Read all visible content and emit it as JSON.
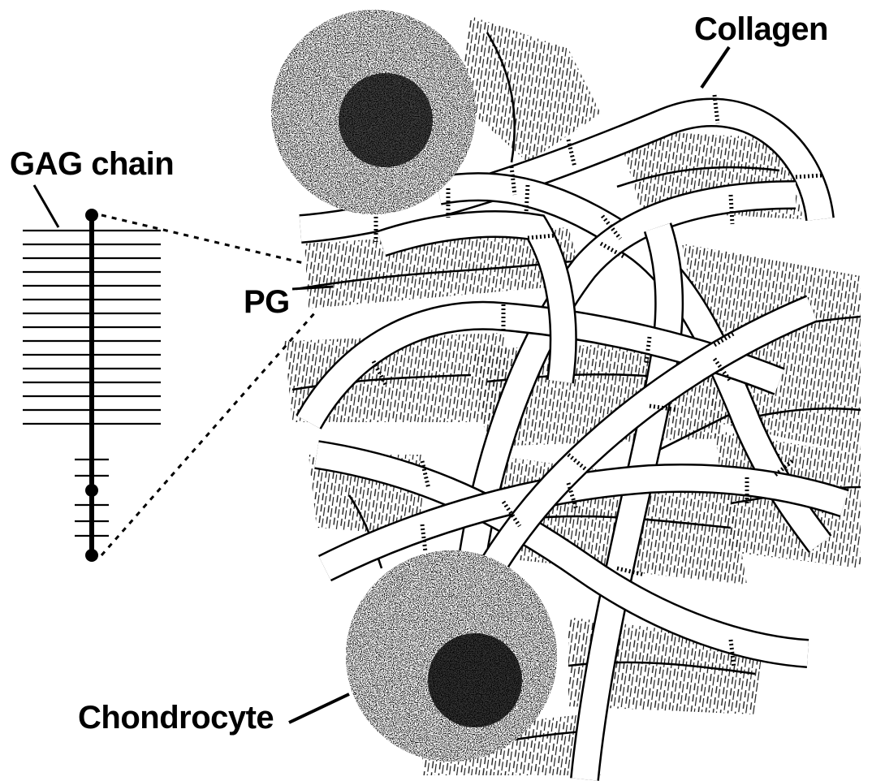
{
  "labels": {
    "collagen": "Collagen",
    "gag_chain": "GAG chain",
    "pg": "PG",
    "chondrocyte": "Chondrocyte"
  },
  "colors": {
    "ink": "#000000",
    "background": "#ffffff",
    "fibril_fill": "#ffffff"
  }
}
